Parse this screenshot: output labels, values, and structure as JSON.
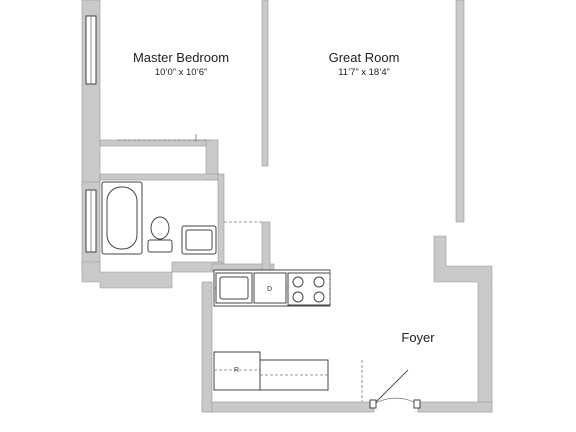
{
  "rooms": {
    "master_bedroom": {
      "name": "Master Bedroom",
      "size": "10’0” x 10’6”"
    },
    "great_room": {
      "name": "Great Room",
      "size": "11’7” x 18’4”"
    },
    "foyer": {
      "name": "Foyer"
    }
  },
  "fixtures": {
    "dishwasher_mark": "D",
    "refrigerator_mark": "R"
  },
  "colors": {
    "wall": "#c9c9c9",
    "line": "#555555",
    "background": "#ffffff"
  }
}
